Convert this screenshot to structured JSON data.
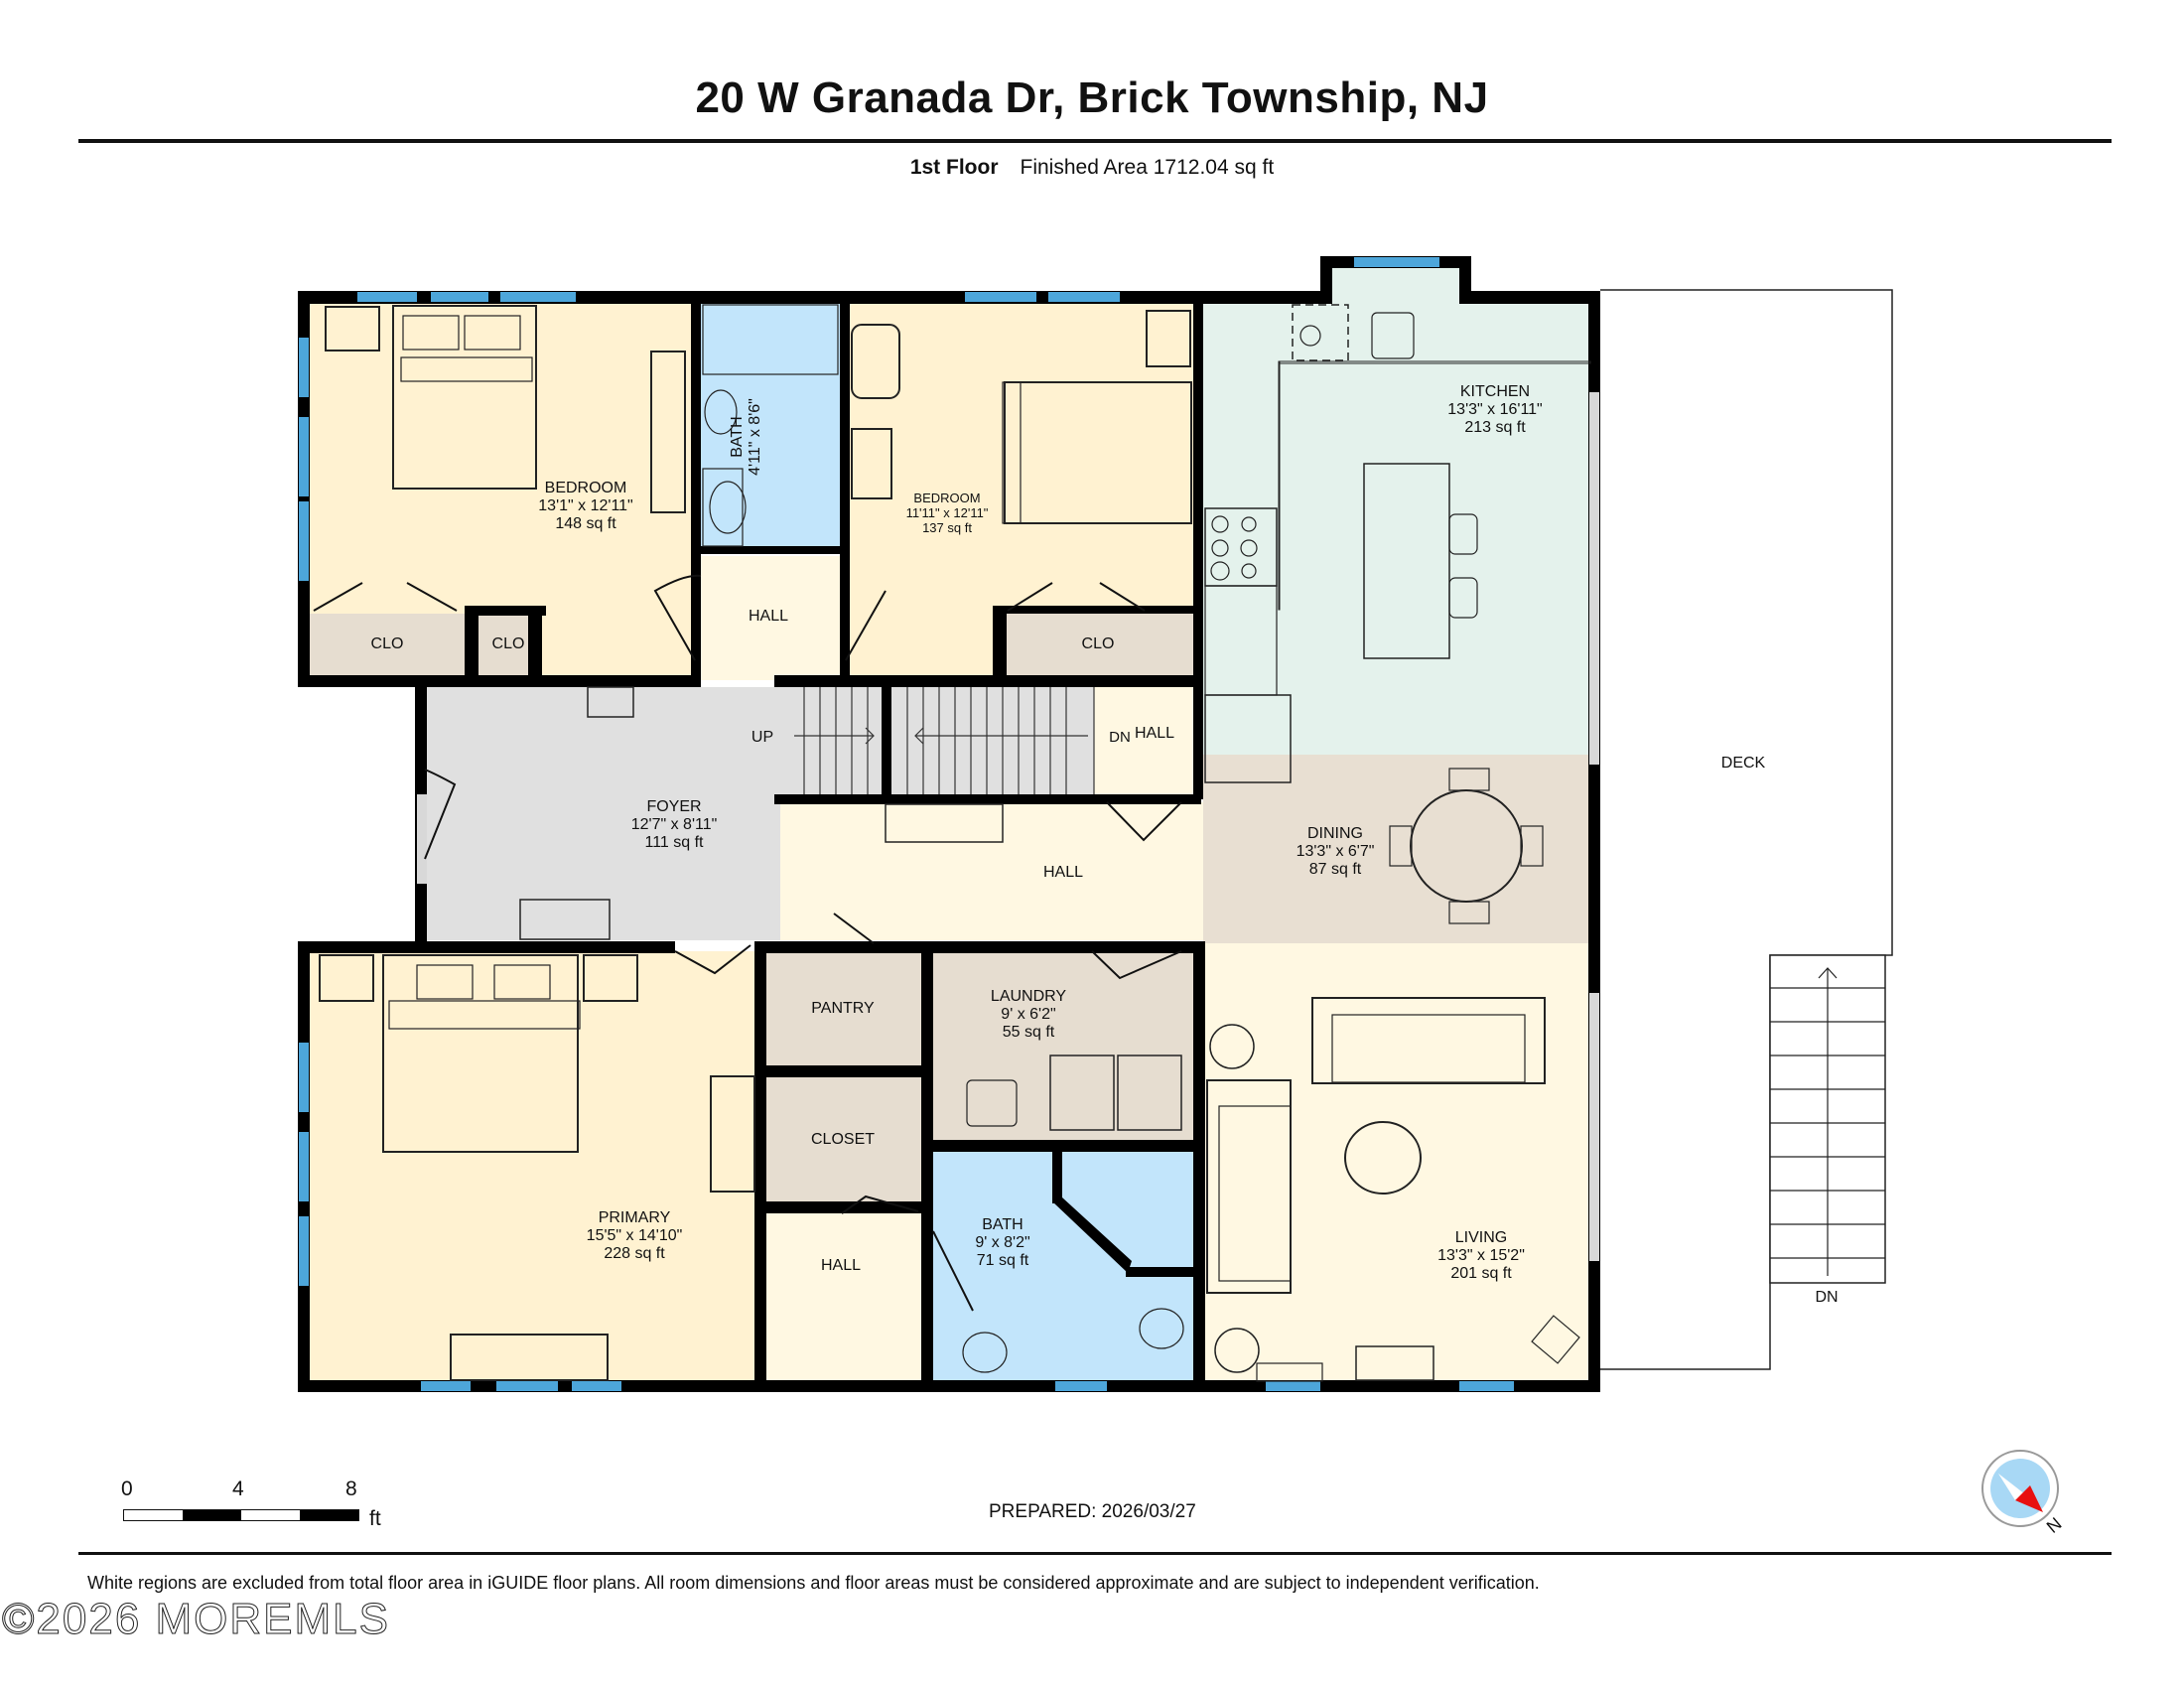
{
  "header": {
    "title": "20 W Granada Dr, Brick Township, NJ",
    "floor": "1st Floor",
    "finished_area": "Finished Area 1712.04 sq ft"
  },
  "colors": {
    "bedroom": "#fff2d1",
    "bath": "#c2e5fb",
    "closet": "#e6ddd0",
    "hall": "#fff8e2",
    "foyer": "#e0e0e0",
    "kitchen": "#e4f2ec",
    "dining": "#e8dfd2",
    "living": "#fff8e2",
    "wall": "#000000",
    "window": "#4da6da"
  },
  "rooms": {
    "bedroom1": {
      "name": "BEDROOM",
      "dims": "13'1\" x 12'11\"",
      "area": "148 sq ft"
    },
    "bath1": {
      "name": "BATH",
      "dims": "4'11\" x 8'6\""
    },
    "bedroom2": {
      "name": "BEDROOM",
      "dims": "11'11\" x 12'11\"",
      "area": "137 sq ft"
    },
    "kitchen": {
      "name": "KITCHEN",
      "dims": "13'3\" x 16'11\"",
      "area": "213 sq ft"
    },
    "clo1": {
      "name": "CLO"
    },
    "clo2": {
      "name": "CLO"
    },
    "clo3": {
      "name": "CLO"
    },
    "hall_upper": {
      "name": "HALL"
    },
    "hall_stair": {
      "name": "HALL"
    },
    "foyer": {
      "name": "FOYER",
      "dims": "12'7\" x 8'11\"",
      "area": "111 sq ft"
    },
    "hall_main": {
      "name": "HALL"
    },
    "dining": {
      "name": "DINING",
      "dims": "13'3\" x 6'7\"",
      "area": "87 sq ft"
    },
    "deck": {
      "name": "DECK"
    },
    "primary": {
      "name": "PRIMARY",
      "dims": "15'5\" x 14'10\"",
      "area": "228 sq ft"
    },
    "pantry": {
      "name": "PANTRY"
    },
    "closet": {
      "name": "CLOSET"
    },
    "hall_lower": {
      "name": "HALL"
    },
    "laundry": {
      "name": "LAUNDRY",
      "dims": "9' x 6'2\"",
      "area": "55 sq ft"
    },
    "bath2": {
      "name": "BATH",
      "dims": "9' x 8'2\"",
      "area": "71 sq ft"
    },
    "living": {
      "name": "LIVING",
      "dims": "13'3\" x 15'2\"",
      "area": "201 sq ft"
    }
  },
  "stairs": {
    "up": "UP",
    "dn": "DN",
    "deck_dn": "DN"
  },
  "scale_bar": {
    "ticks": [
      "0",
      "4",
      "8"
    ],
    "unit": "ft"
  },
  "prepared": "PREPARED: 2026/03/27",
  "compass": {
    "label": "N",
    "icon": "compass-icon"
  },
  "footer": {
    "disclaimer": "White regions are excluded from total floor area in iGUIDE floor plans. All room dimensions and floor areas must be considered approximate and are subject to independent verification.",
    "watermark": "©2026 MOREMLS"
  }
}
